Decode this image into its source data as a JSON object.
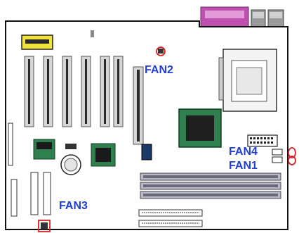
{
  "labels": {
    "fan2": "FAN2",
    "fan4": "FAN4",
    "fan1": "FAN1",
    "fan3": "FAN3"
  },
  "colors": {
    "fan_label": "#1f3fd6",
    "fan_marker": "#e02020",
    "board_outline": "#111111",
    "slot_fill": "#cfcfcf",
    "slot_edge": "#555555",
    "chip_green": "#2f7f4f",
    "parallel_port": "#c050b0"
  }
}
